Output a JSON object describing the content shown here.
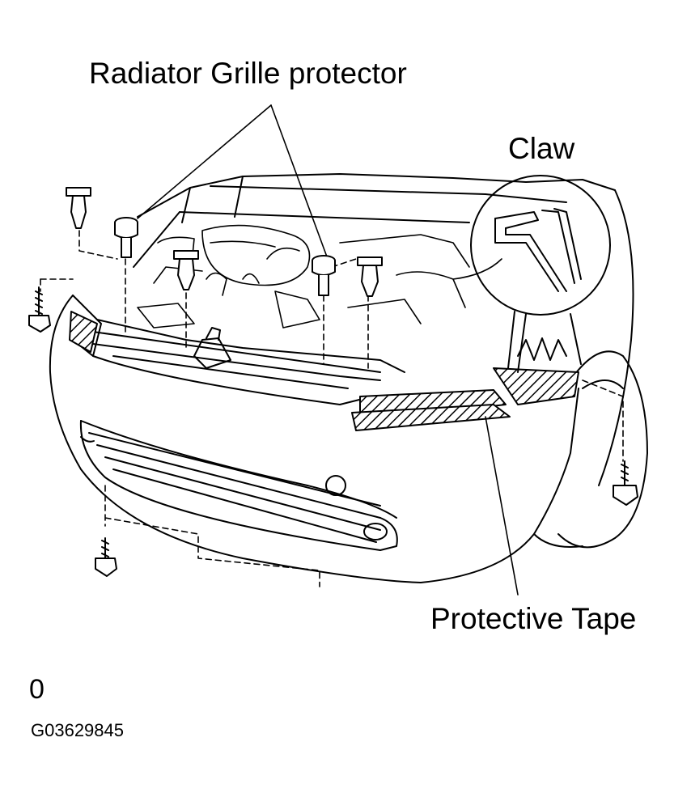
{
  "labels": {
    "radiator_grille_protector": "Radiator Grille protector",
    "claw": "Claw",
    "protective_tape": "Protective Tape",
    "page_marker": "0",
    "figure_code": "G03629845"
  },
  "colors": {
    "ink": "#000000",
    "paper": "#ffffff"
  }
}
